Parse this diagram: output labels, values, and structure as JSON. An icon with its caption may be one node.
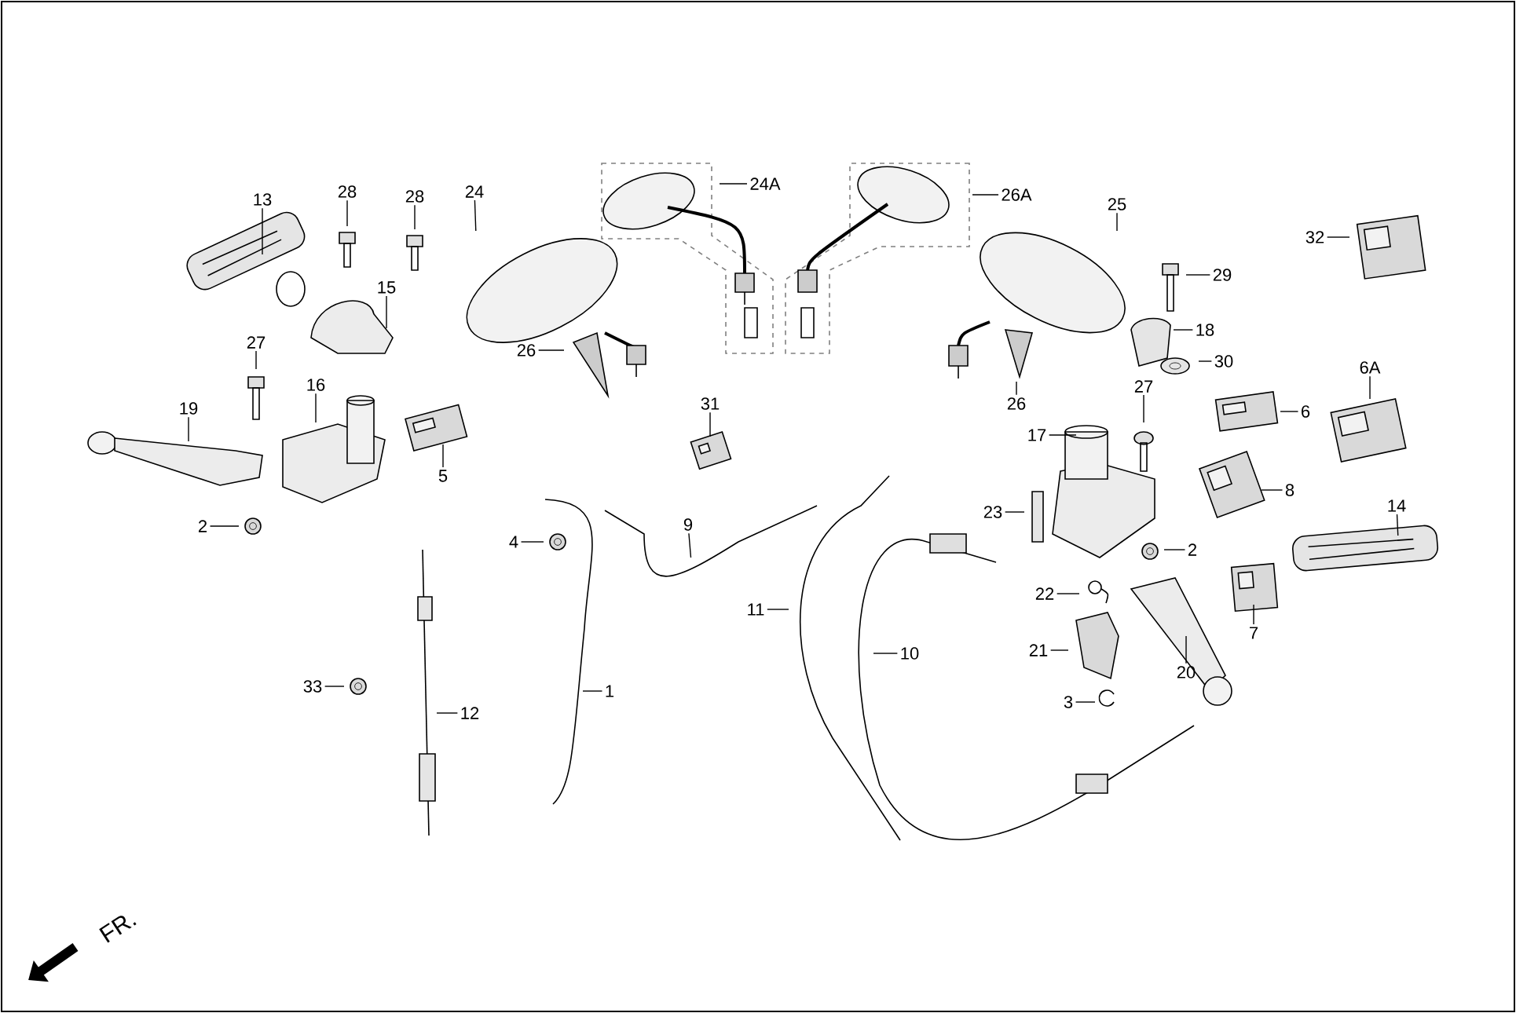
{
  "diagram": {
    "nodes": [
      {
        "text": [
          "13"
        ]
      },
      {
        "text": [
          "28"
        ]
      },
      {
        "text": [
          "28"
        ]
      },
      {
        "text": [
          "24"
        ]
      },
      {
        "text": [
          "24A"
        ]
      },
      {
        "text": [
          "26A"
        ]
      },
      {
        "text": [
          "25"
        ]
      },
      {
        "text": [
          "32"
        ]
      },
      {
        "text": [
          "29"
        ]
      },
      {
        "text": [
          "15"
        ]
      },
      {
        "text": [
          "18"
        ]
      },
      {
        "text": [
          "27"
        ]
      },
      {
        "text": [
          "26"
        ]
      },
      {
        "text": [
          "30"
        ]
      },
      {
        "text": [
          "26"
        ]
      },
      {
        "text": [
          "6A"
        ]
      },
      {
        "text": [
          "16"
        ]
      },
      {
        "text": [
          "27"
        ]
      },
      {
        "text": [
          "31"
        ]
      },
      {
        "text": [
          "6"
        ]
      },
      {
        "text": [
          "19"
        ]
      },
      {
        "text": [
          "17"
        ]
      },
      {
        "text": [
          "5"
        ]
      },
      {
        "text": [
          "8"
        ]
      },
      {
        "text": [
          "14"
        ]
      },
      {
        "text": [
          "23"
        ]
      },
      {
        "text": [
          "9"
        ]
      },
      {
        "text": [
          "2"
        ]
      },
      {
        "text": [
          "4"
        ]
      },
      {
        "text": [
          "2"
        ]
      },
      {
        "text": [
          "22"
        ]
      },
      {
        "text": [
          "7"
        ]
      },
      {
        "text": [
          "11"
        ]
      },
      {
        "text": [
          "10"
        ]
      },
      {
        "text": [
          "21"
        ]
      },
      {
        "text": [
          "20"
        ]
      },
      {
        "text": [
          "1"
        ]
      },
      {
        "text": [
          "33"
        ]
      },
      {
        "text": [
          "12"
        ]
      },
      {
        "text": [
          "3"
        ]
      }
    ],
    "edges": [
      {
        "from": 0,
        "to": null,
        "arrow": "none"
      },
      {
        "from": 1,
        "to": null,
        "arrow": "none"
      },
      {
        "from": 2,
        "to": null,
        "arrow": "none"
      },
      {
        "from": 3,
        "to": null,
        "arrow": "none"
      },
      {
        "from": 4,
        "to": null,
        "arrow": "none"
      },
      {
        "from": 5,
        "to": null,
        "arrow": "none"
      },
      {
        "from": 6,
        "to": null,
        "arrow": "none"
      },
      {
        "from": 7,
        "to": null,
        "arrow": "none"
      },
      {
        "from": 8,
        "to": null,
        "arrow": "none"
      },
      {
        "from": 9,
        "to": null,
        "arrow": "none"
      },
      {
        "from": 10,
        "to": null,
        "arrow": "none"
      },
      {
        "from": 11,
        "to": null,
        "arrow": "none"
      },
      {
        "from": 12,
        "to": null,
        "arrow": "none"
      },
      {
        "from": 13,
        "to": null,
        "arrow": "none"
      },
      {
        "from": 14,
        "to": null,
        "arrow": "none"
      },
      {
        "from": 15,
        "to": null,
        "arrow": "none"
      },
      {
        "from": 16,
        "to": null,
        "arrow": "none"
      },
      {
        "from": 17,
        "to": null,
        "arrow": "none"
      },
      {
        "from": 18,
        "to": null,
        "arrow": "none"
      },
      {
        "from": 19,
        "to": null,
        "arrow": "none"
      },
      {
        "from": 20,
        "to": null,
        "arrow": "none"
      },
      {
        "from": 21,
        "to": null,
        "arrow": "none"
      },
      {
        "from": 22,
        "to": null,
        "arrow": "none"
      },
      {
        "from": 23,
        "to": null,
        "arrow": "none"
      },
      {
        "from": 24,
        "to": null,
        "arrow": "none"
      },
      {
        "from": 25,
        "to": null,
        "arrow": "none"
      },
      {
        "from": 26,
        "to": null,
        "arrow": "none"
      },
      {
        "from": 27,
        "to": null,
        "arrow": "none"
      },
      {
        "from": 28,
        "to": null,
        "arrow": "none"
      },
      {
        "from": 29,
        "to": null,
        "arrow": "none"
      },
      {
        "from": 30,
        "to": null,
        "arrow": "none"
      },
      {
        "from": 31,
        "to": null,
        "arrow": "none"
      },
      {
        "from": 32,
        "to": null,
        "arrow": "none"
      },
      {
        "from": 33,
        "to": null,
        "arrow": "none"
      },
      {
        "from": 34,
        "to": null,
        "arrow": "none"
      },
      {
        "from": 35,
        "to": null,
        "arrow": "none"
      },
      {
        "from": 36,
        "to": null,
        "arrow": "none"
      },
      {
        "from": 37,
        "to": null,
        "arrow": "none"
      },
      {
        "from": 38,
        "to": null,
        "arrow": "none"
      },
      {
        "from": 39,
        "to": null,
        "arrow": "none"
      }
    ],
    "labels": [
      "FR."
    ]
  }
}
